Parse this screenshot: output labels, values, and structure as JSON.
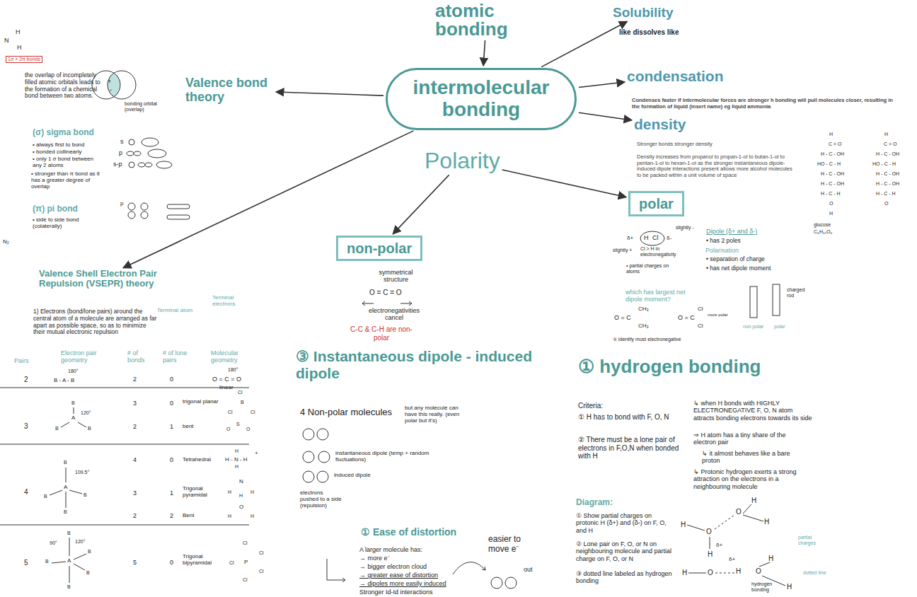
{
  "diagram": {
    "nodes": [
      {
        "text": [
          "atomic bonding"
        ]
      },
      {
        "text": [
          "intermolecular bonding"
        ]
      },
      {
        "text": [
          "Solubility"
        ]
      },
      {
        "text": [
          "condensation"
        ]
      },
      {
        "text": [
          "density"
        ]
      },
      {
        "text": [
          "Valence bond theory"
        ]
      },
      {
        "text": [
          "Valence Shell Electron Pair Repulsion (VSEPR) theory"
        ]
      },
      {
        "text": [
          "Polarity"
        ]
      },
      {
        "text": [
          "non-polar"
        ]
      },
      {
        "text": [
          "polar"
        ]
      }
    ],
    "edges": [
      {
        "from": 0,
        "to": 1,
        "arrow": "to"
      },
      {
        "from": 1,
        "to": 2,
        "arrow": "to"
      },
      {
        "from": 1,
        "to": 3,
        "arrow": "to"
      },
      {
        "from": 1,
        "to": 4,
        "arrow": "to"
      },
      {
        "from": 1,
        "to": 5,
        "arrow": "to"
      },
      {
        "from": 1,
        "to": 6,
        "arrow": "to"
      },
      {
        "from": 7,
        "to": 8,
        "arrow": "to"
      },
      {
        "from": 7,
        "to": 9,
        "arrow": "to"
      }
    ],
    "labels": [
      "N",
      "H",
      "H",
      "1σ + 2π bonds",
      "the overlap of incompletely filled atomic orbitals leads to the formation of a chemical bond between two atoms.",
      "+",
      "-",
      "bonding orbital (overlap)",
      "(σ) sigma bond",
      "• always first to bond",
      "• bonded collinearly",
      "• only 1 σ bond between any 2 atoms",
      "• stronger than π bond as it has a greater degree of overlap",
      "s",
      "p",
      "s-p",
      "(π) pi bond",
      "• side to side bond (colaterally)",
      "p",
      "N₂",
      "1) Electrons (bond/lone pairs) around the central atom of a molecule are arranged as far apart as possible space, so as to minimize their mutual electronic repulsion",
      "Terminal atom",
      "Terminal electrons",
      "Pairs",
      "Electron pair geometry",
      "# of bonds",
      "# of lone pairs",
      "Molecular geometry",
      "2",
      "B - A - B",
      "180°",
      "2",
      "0",
      "180°",
      "O = C = O",
      "linear",
      "3",
      "3",
      "0",
      "trigonal planar",
      "2",
      "1",
      "bent",
      "B",
      "A",
      "B",
      "B",
      "120°",
      "4",
      "4",
      "0",
      "Tetrahedral",
      "3",
      "1",
      "Trigonal pyramidal",
      "2",
      "2",
      "Bent",
      "B",
      "A",
      "B",
      "B",
      "B",
      "109.5°",
      "5",
      "5",
      "0",
      "Trigonal bipyramidal",
      "B",
      "A",
      "B",
      "B",
      "B",
      "B",
      "90°",
      "120°",
      "Cl",
      "B",
      "Cl",
      "Cl",
      "O",
      "S",
      "O",
      "H - N - H",
      "H",
      "H",
      "+",
      "N",
      "H",
      "H",
      "H",
      "O",
      "H",
      "H",
      "P",
      "Cl",
      "Cl",
      "Cl",
      "Cl",
      "Cl",
      "symmetrical structure",
      "O = C = O",
      "electronegativities cancel",
      "C-C & C-H are non-polar",
      "③ Instantaneous dipole - induced dipole",
      "4 Non-polar molecules",
      "but any molecule can have this really. (even polar but it's)",
      "instantaneous dipole (temp + random fluctuations)",
      "induced dipole",
      "electrons pushed to a side (repulsion)",
      "① Ease of distortion",
      "A larger molecule has:",
      "→ more e⁻",
      "→ bigger electron cloud",
      "→ greater ease of distortion",
      "→ dipoles more easily induced",
      "Stronger Id-Id interactions",
      "easier to move e⁻",
      "out",
      "like dissolves like",
      "Condenses faster if intermolecular forces are stronger h bonding will pull molecules closer, resulting in the formation of liquid (insert name) eg liquid ammonia",
      "Stronger bonds stronger density",
      "Density increases from propanol to propan-1-ol to butan-1-ol to pentan-1-ol to hexan-1-ol as the stronger instantaneous dipole-induced dipole interactions present allows more alcohol molecules to be packed within a unit volume of space",
      "glucose",
      "C₆H₁₂O₆",
      "H",
      "C = O",
      "H - C - OH",
      "HO - C - H",
      "H - C - OH",
      "H - C - OH",
      "H - C - H",
      "O",
      "H",
      "H",
      "C = O",
      "H - C - OH",
      "HO - C - H",
      "H - C - OH",
      "H - C - OH",
      "H - C - H",
      "O",
      "δ+",
      "H",
      "Cl",
      "δ-",
      "slightly -",
      "slightly +",
      "Cl > H in electronegativity",
      "• partial charges on atoms",
      "Dipole (δ+ and δ-)",
      "• has 2 poles",
      "Polarisation",
      "• separation of charge",
      "• has net dipole moment",
      "which has largest net dipole moment?",
      "O = C",
      "CH₃",
      "CH₃",
      "O = C",
      "Cl",
      "Cl",
      "more polar",
      "① identify most electronegative",
      "non polar",
      "polar",
      "charged rod",
      "① hydrogen bonding",
      "Criteria:",
      "① H has to bond with F, O, N",
      "② There must be a lone pair of electrons in F,O,N when bonded with H",
      "Diagram:",
      "① Show partial charges on protonic H (δ+) and (δ-) on F, O, and H",
      "② Lone pair on F, O, or N on neighbouring molecule and partial charge on F, O, or N",
      "③ dotted line labeled as hydrogen bonding",
      "↳ when H bonds with HIGHLY ELECTRONEGATIVE F, O, N atom attracts bonding electrons towards its side",
      "⇒ H atom has a tiny share of the electron pair",
      "↳ it almost behaves like a bare proton",
      "↳ Protonic hydrogen exerts a strong attraction on the electrons in a neighbouring molecule",
      "H",
      "O",
      "H",
      "H",
      "O",
      "δ+",
      "H",
      "O",
      "H",
      "δ+",
      "H",
      "O",
      "H",
      "H",
      "partial charges",
      "dotted line",
      "hydrogen bonding"
    ]
  }
}
